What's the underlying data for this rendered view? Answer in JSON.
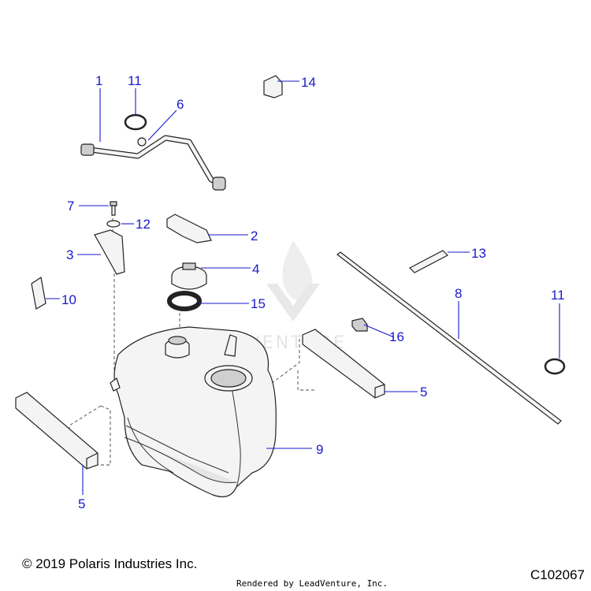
{
  "callouts": [
    {
      "id": "c1",
      "label": "1"
    },
    {
      "id": "c11a",
      "label": "11"
    },
    {
      "id": "c6",
      "label": "6"
    },
    {
      "id": "c14",
      "label": "14"
    },
    {
      "id": "c7",
      "label": "7"
    },
    {
      "id": "c12",
      "label": "12"
    },
    {
      "id": "c2",
      "label": "2"
    },
    {
      "id": "c3",
      "label": "3"
    },
    {
      "id": "c4",
      "label": "4"
    },
    {
      "id": "c13",
      "label": "13"
    },
    {
      "id": "c10",
      "label": "10"
    },
    {
      "id": "c15",
      "label": "15"
    },
    {
      "id": "c8",
      "label": "8"
    },
    {
      "id": "c11b",
      "label": "11"
    },
    {
      "id": "c16",
      "label": "16"
    },
    {
      "id": "c5a",
      "label": "5"
    },
    {
      "id": "c9",
      "label": "9"
    },
    {
      "id": "c5b",
      "label": "5"
    }
  ],
  "watermark": "LEADVENTURE",
  "footer": {
    "copyright": "© 2019 Polaris Industries Inc.",
    "diagram_id": "C102067",
    "rendered_by": "Rendered by LeadVenture, Inc."
  }
}
